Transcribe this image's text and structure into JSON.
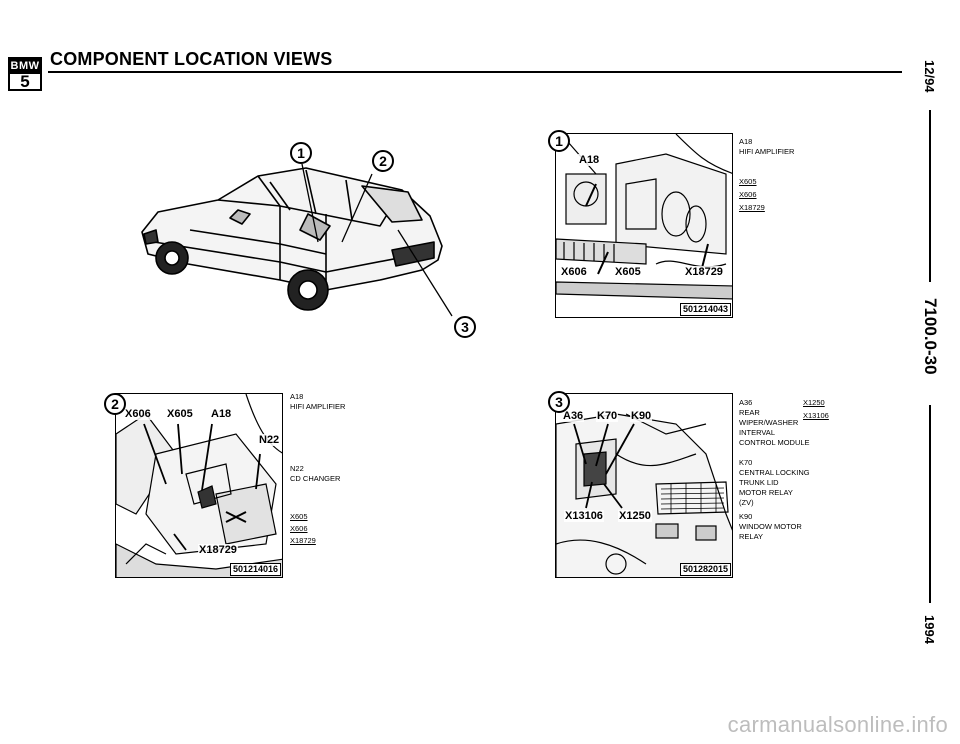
{
  "header": {
    "logo_brand": "BMW",
    "logo_series": "5",
    "title": "COMPONENT LOCATION VIEWS"
  },
  "side": {
    "date": "12/94",
    "page_code": "7100.0-30",
    "year": "1994"
  },
  "overview": {
    "callouts": [
      "1",
      "2",
      "3"
    ]
  },
  "panel1": {
    "number": "1",
    "tags": [
      "A18",
      "X606",
      "X605",
      "X18729"
    ],
    "figure_id": "501214043",
    "captions": [
      {
        "text": "A18",
        "u": false
      },
      {
        "text": "HIFI AMPLIFIER",
        "u": false
      },
      {
        "text": "X605",
        "u": true
      },
      {
        "text": "X606",
        "u": true
      },
      {
        "text": "X18729",
        "u": true
      }
    ]
  },
  "panel2": {
    "number": "2",
    "tags": [
      "X606",
      "X605",
      "A18",
      "N22",
      "X18729"
    ],
    "figure_id": "501214016",
    "captions": [
      {
        "text": "A18",
        "u": false
      },
      {
        "text": "HIFI AMPLIFIER",
        "u": false
      },
      {
        "text": "N22",
        "u": false
      },
      {
        "text": "CD CHANGER",
        "u": false
      },
      {
        "text": "X605",
        "u": true
      },
      {
        "text": "X606",
        "u": true
      },
      {
        "text": "X18729",
        "u": true
      }
    ]
  },
  "panel3": {
    "number": "3",
    "tags": [
      "A36",
      "K70",
      "K90",
      "X13106",
      "X1250"
    ],
    "figure_id": "501282015",
    "captions_left": [
      {
        "text": "A36",
        "u": false
      },
      {
        "text": "REAR",
        "u": false
      },
      {
        "text": "WIPER/WASHER",
        "u": false
      },
      {
        "text": "INTERVAL",
        "u": false
      },
      {
        "text": "CONTROL MODULE",
        "u": false
      },
      {
        "text": "K70",
        "u": false
      },
      {
        "text": "CENTRAL LOCKING",
        "u": false
      },
      {
        "text": "TRUNK LID",
        "u": false
      },
      {
        "text": "MOTOR RELAY",
        "u": false
      },
      {
        "text": "(ZV)",
        "u": false
      },
      {
        "text": "K90",
        "u": false
      },
      {
        "text": "WINDOW MOTOR",
        "u": false
      },
      {
        "text": "RELAY",
        "u": false
      }
    ],
    "captions_right": [
      {
        "text": "X1250",
        "u": true
      },
      {
        "text": "X13106",
        "u": true
      }
    ]
  },
  "watermark": "carmanualsonline.info"
}
